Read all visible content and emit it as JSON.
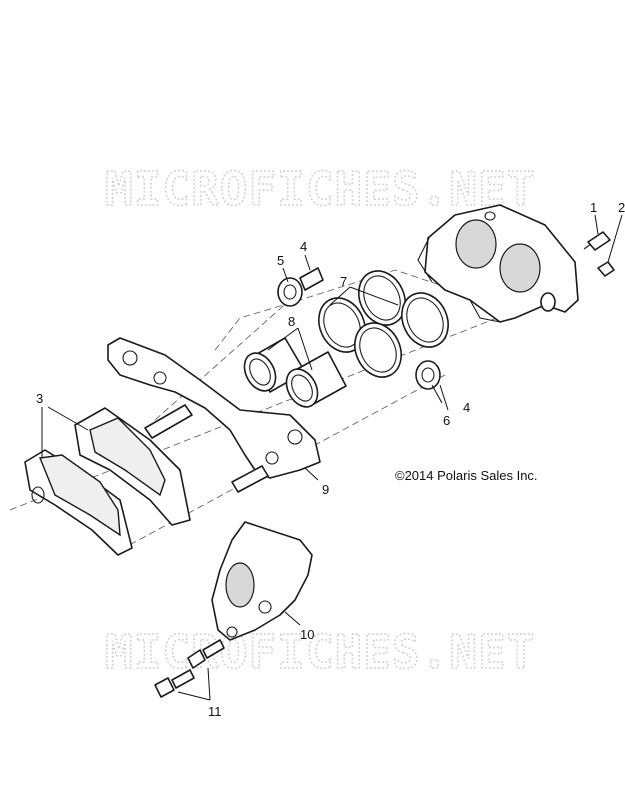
{
  "watermarks": [
    "MICROFICHES.NET",
    "MICROFICHES.NET"
  ],
  "copyright": "©2014 Polaris Sales Inc.",
  "callouts": [
    "1",
    "2",
    "3",
    "4",
    "5",
    "6",
    "4",
    "7",
    "8",
    "9",
    "10",
    "11"
  ]
}
